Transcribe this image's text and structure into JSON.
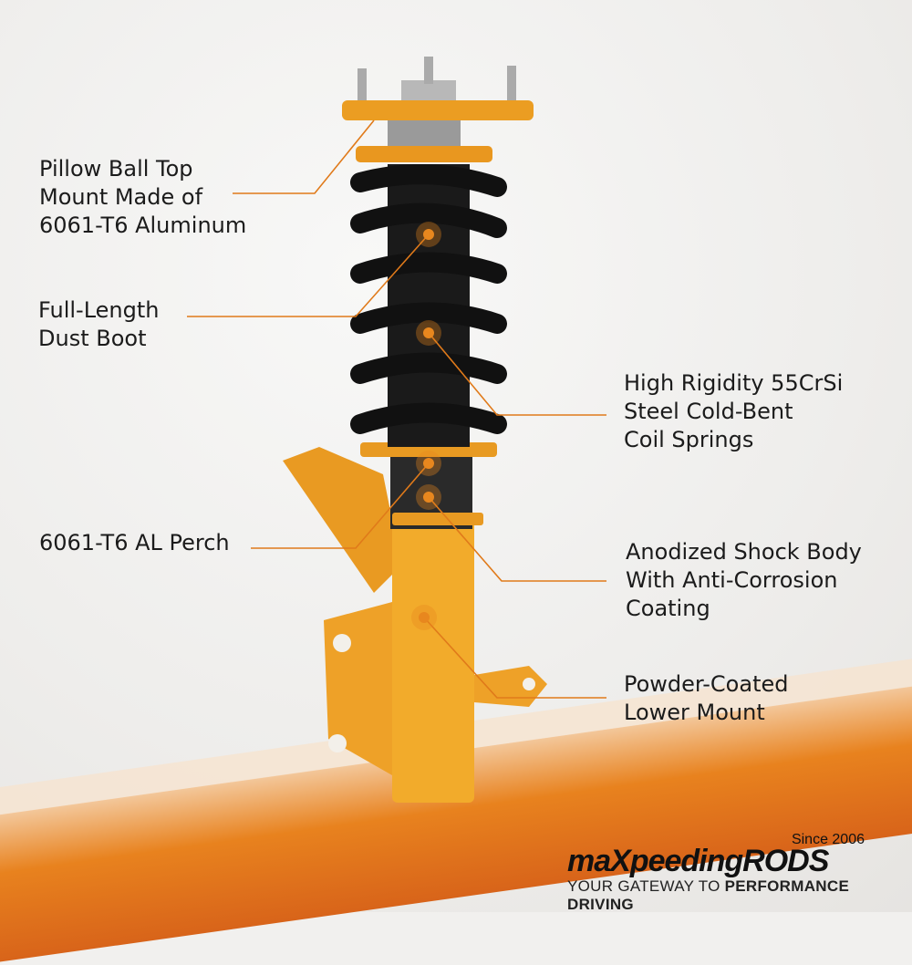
{
  "callouts": [
    {
      "label": "Pillow Ball Top\nMount Made of\n6061-T6 Aluminum"
    },
    {
      "label": "Full-Length\nDust Boot"
    },
    {
      "label": "High Rigidity 55CrSi\nSteel Cold-Bent\nCoil Springs"
    },
    {
      "label": "6061-T6 AL Perch"
    },
    {
      "label": "Anodized Shock Body\nWith Anti-Corrosion\nCoating"
    },
    {
      "label": "Powder-Coated\nLower Mount"
    }
  ],
  "brand": {
    "since": "Since 2006",
    "name": "maXpeedingRODS",
    "tagline_light": "YOUR GATEWAY TO ",
    "tagline_bold": "PERFORMANCE DRIVING"
  },
  "colors": {
    "accent": "#e8871e",
    "body_gold": "#f0a82a",
    "spring": "#111111",
    "line": "#e07a1a"
  }
}
